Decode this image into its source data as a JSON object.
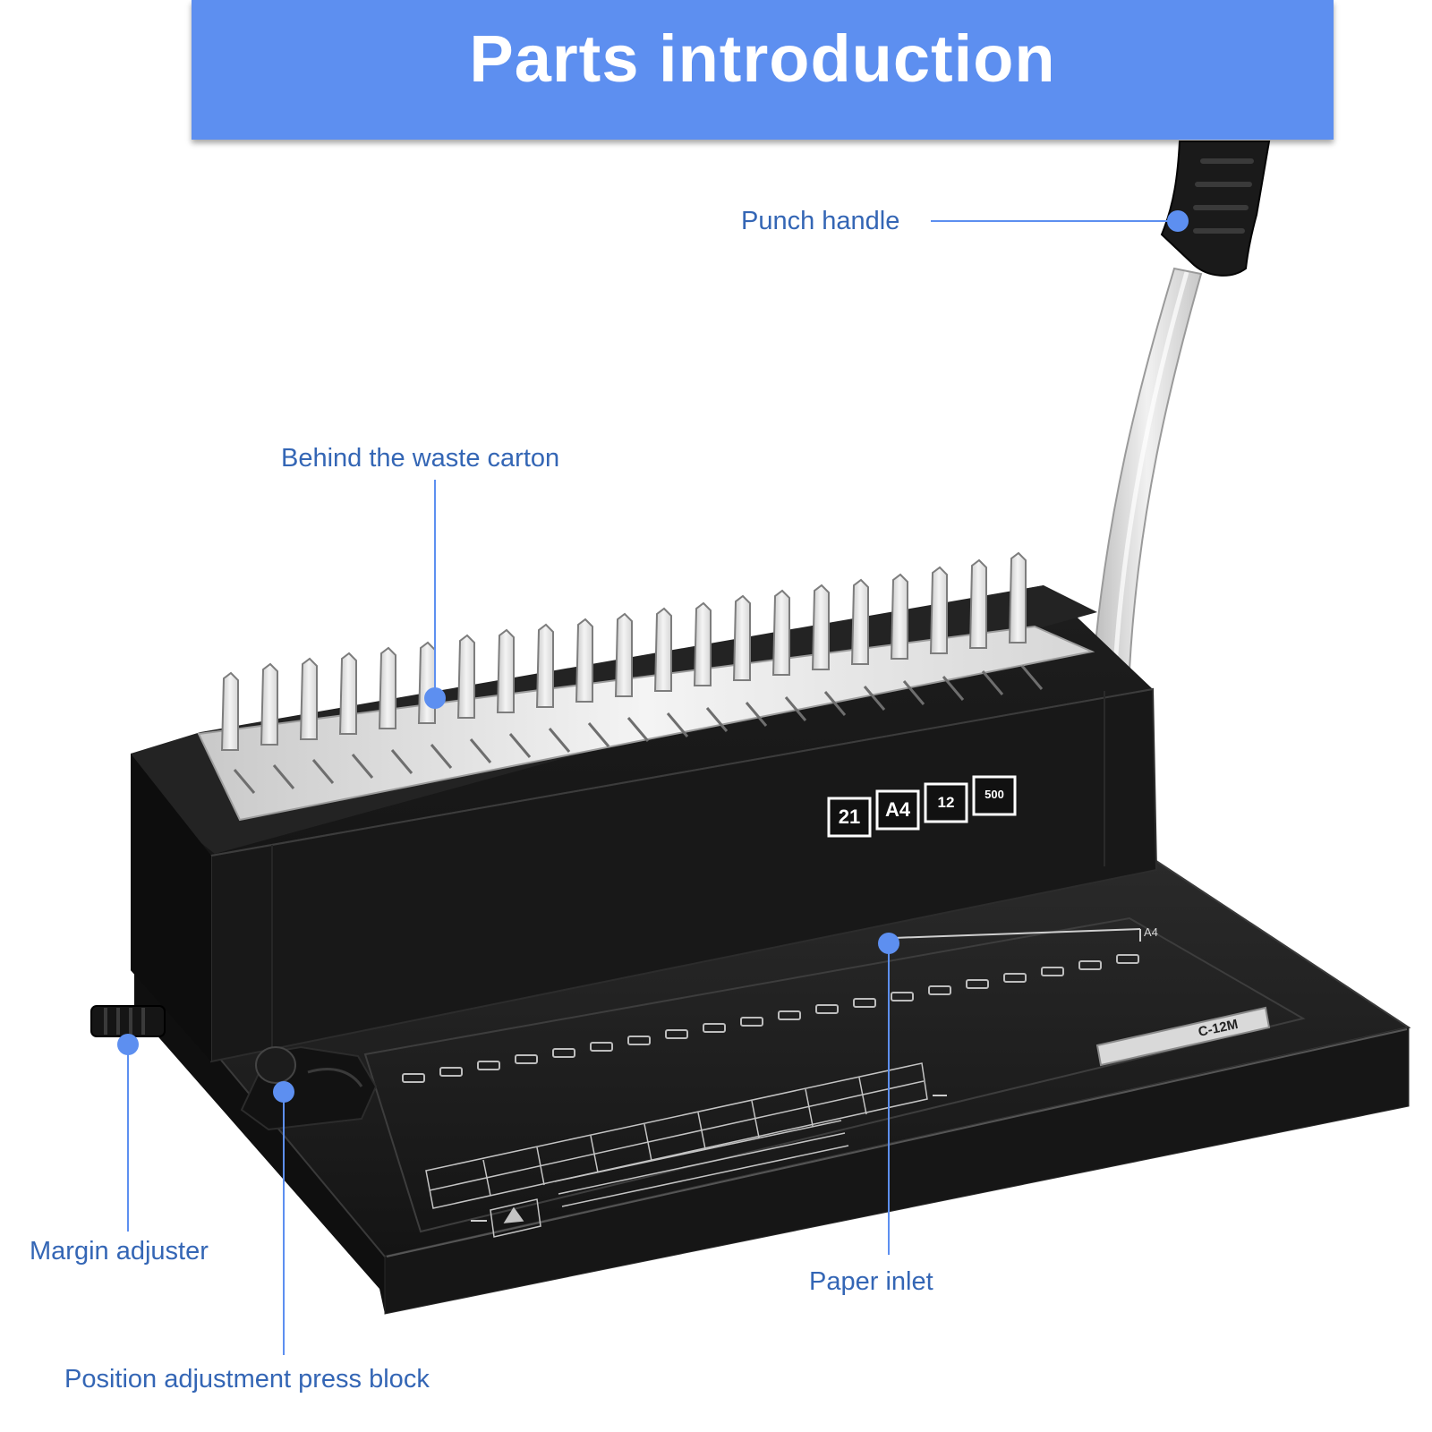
{
  "banner": {
    "title": "Parts introduction",
    "color": "#5d8ff0"
  },
  "callouts": {
    "punch_handle": "Punch handle",
    "waste_carton": "Behind the waste carton",
    "margin_adjuster": "Margin adjuster",
    "paper_inlet": "Paper inlet",
    "press_block": "Position adjustment press block"
  },
  "labels": {
    "spec_1": "21",
    "spec_2": "A4",
    "spec_3": "12",
    "spec_4": "500",
    "paper_mark": "A4",
    "model": "C-12M"
  },
  "colors": {
    "callout_text": "#3466b5",
    "leader_line": "#5d8ff0",
    "machine_body": "#1b1b1b"
  }
}
